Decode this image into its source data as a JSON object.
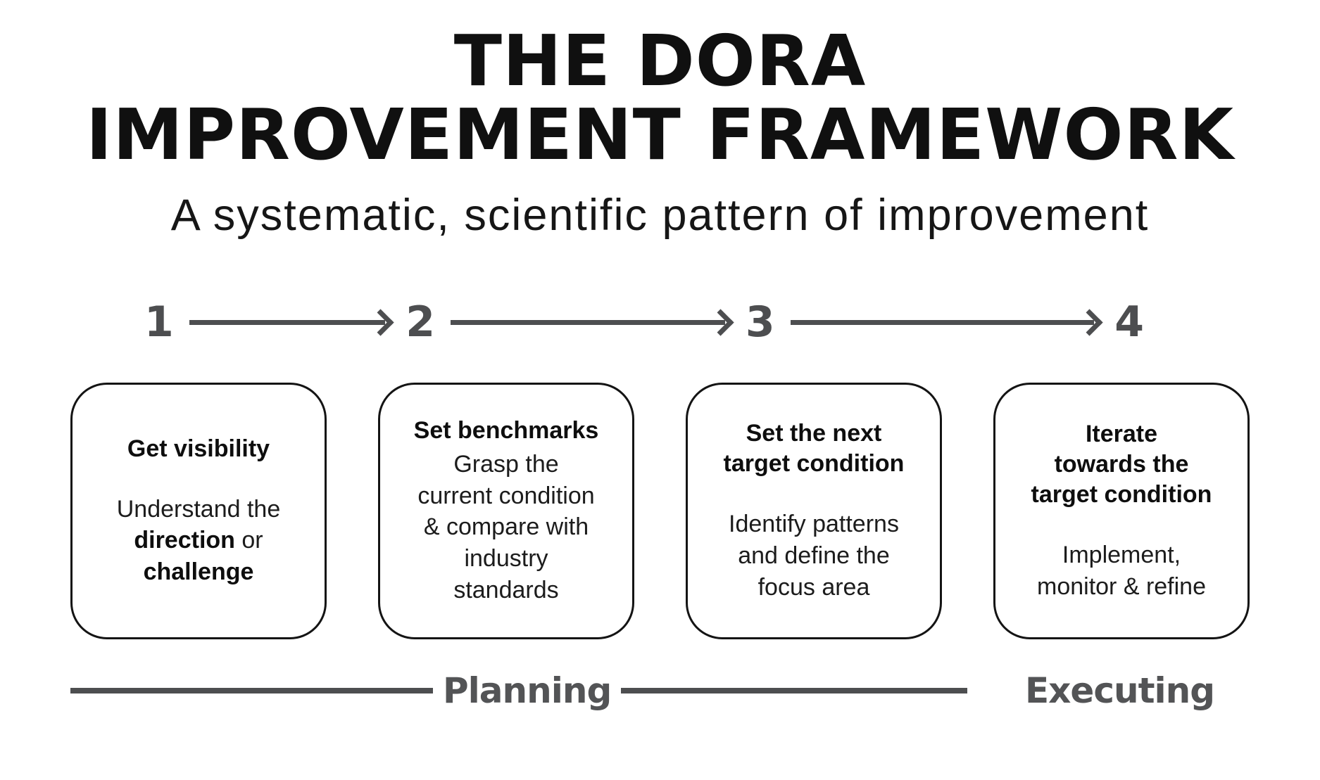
{
  "header": {
    "title_line1": "THE DORA",
    "title_line2": "IMPROVEMENT FRAMEWORK",
    "subtitle": "A systematic, scientific pattern of improvement"
  },
  "steps": [
    {
      "number": "1",
      "title_lines": [
        "Get visibility"
      ],
      "body_lines": [
        [
          {
            "t": "Understand the"
          }
        ],
        [
          {
            "t": "direction",
            "b": true
          },
          {
            "t": " or"
          }
        ],
        [
          {
            "t": "challenge",
            "b": true
          }
        ]
      ]
    },
    {
      "number": "2",
      "title_lines": [
        "Set benchmarks"
      ],
      "body_lines": [
        [
          {
            "t": "Grasp the"
          }
        ],
        [
          {
            "t": "current condition"
          }
        ],
        [
          {
            "t": "& compare with"
          }
        ],
        [
          {
            "t": "industry"
          }
        ],
        [
          {
            "t": "standards"
          }
        ]
      ]
    },
    {
      "number": "3",
      "title_lines": [
        "Set the next",
        "target condition"
      ],
      "body_lines": [
        [
          {
            "t": "Identify patterns"
          }
        ],
        [
          {
            "t": "and define the"
          }
        ],
        [
          {
            "t": "focus area"
          }
        ]
      ]
    },
    {
      "number": "4",
      "title_lines": [
        "Iterate",
        "towards the",
        "target condition"
      ],
      "body_lines": [
        [
          {
            "t": "Implement,"
          }
        ],
        [
          {
            "t": "monitor & refine"
          }
        ]
      ]
    }
  ],
  "phases": {
    "planning": "Planning",
    "executing": "Executing"
  },
  "colors": {
    "accent_gray": "#4d4e50",
    "text_black": "#101010"
  }
}
